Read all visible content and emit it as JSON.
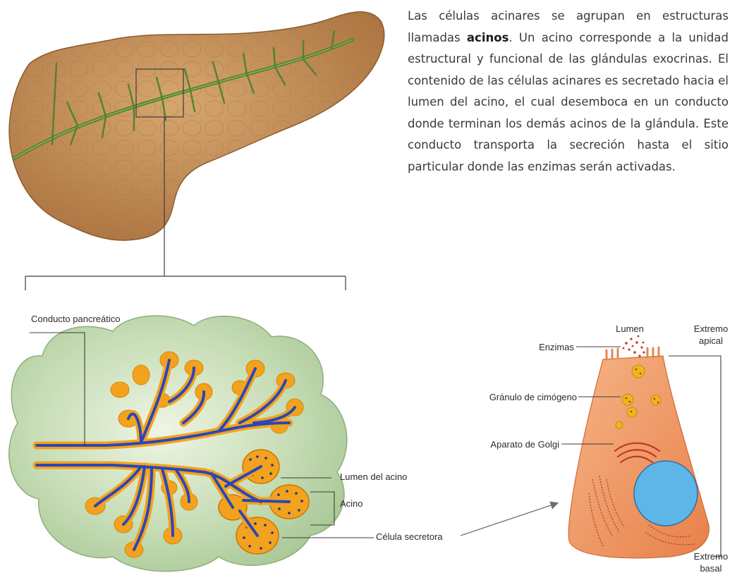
{
  "paragraph": {
    "part1": "Las células acinares se agrupan en estructuras llamadas ",
    "bold": "acinos",
    "part2": ". Un acino corresponde a la unidad estructural y funcional de las glándulas exocrinas. El contenido de las células acinares es secretado hacia el lumen del acino, el cual desemboca en un conducto donde terminan los demás acinos de la glándula. Este conducto transporta la secreción hasta el sitio particular donde las enzimas serán activadas."
  },
  "labels": {
    "conducto": "Conducto pancreático",
    "lumen_acino": "Lumen del acino",
    "acino": "Acino",
    "celula": "Célula secretora",
    "lumen": "Lumen",
    "extremo_apical_1": "Extremo",
    "extremo_apical_2": "apical",
    "enzimas": "Enzimas",
    "granulo": "Gránulo de cimógeno",
    "golgi": "Aparato de Golgi",
    "extremo_basal_1": "Extremo",
    "extremo_basal_2": "basal"
  },
  "colors": {
    "pancreas": "#c8935c",
    "duct_green": "#4f7a2c",
    "lobule": "#b9d4a8",
    "duct_orange": "#f2a21c",
    "duct_blue": "#2a47b8",
    "cell": "#f29a62",
    "nucleus": "#5db6e6"
  }
}
